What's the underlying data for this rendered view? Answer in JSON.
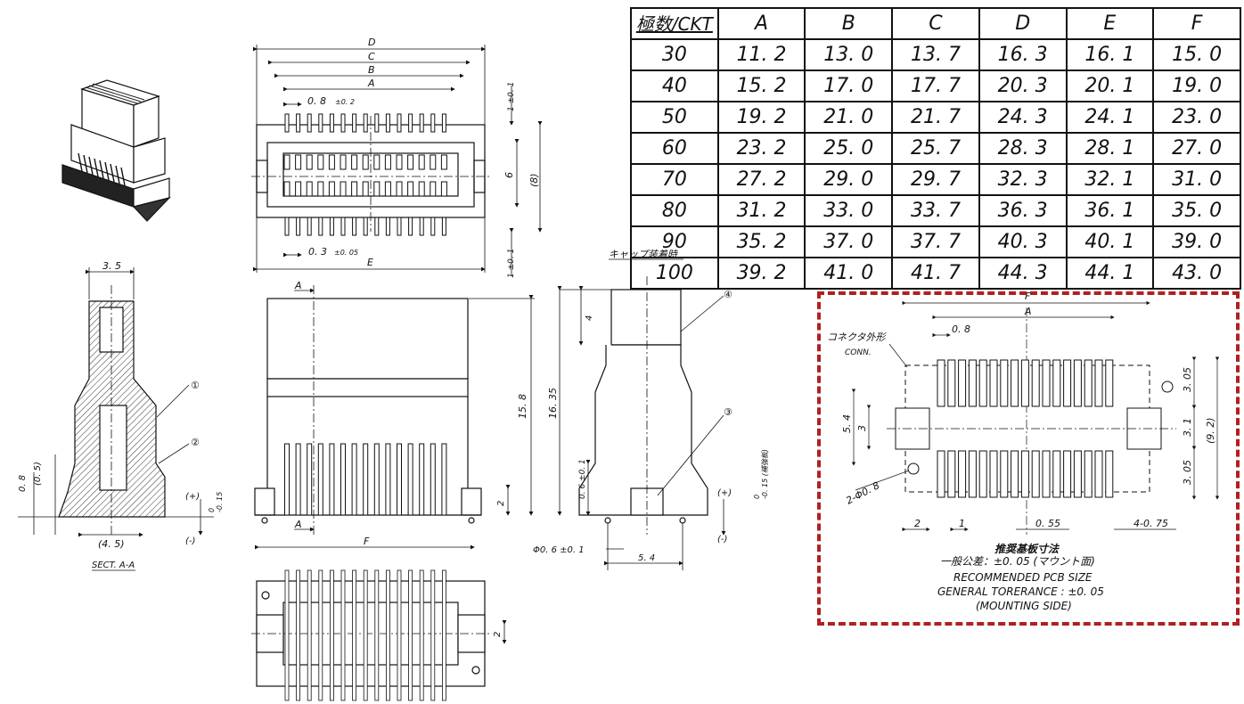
{
  "colors": {
    "line": "#111111",
    "hatch": "#333333",
    "accent_dash": "#b02020"
  },
  "table": {
    "headers": [
      "極数/CKT",
      "A",
      "B",
      "C",
      "D",
      "E",
      "F"
    ],
    "rows": [
      [
        "30",
        "11. 2",
        "13. 0",
        "13. 7",
        "16. 3",
        "16. 1",
        "15. 0"
      ],
      [
        "40",
        "15. 2",
        "17. 0",
        "17. 7",
        "20. 3",
        "20. 1",
        "19. 0"
      ],
      [
        "50",
        "19. 2",
        "21. 0",
        "21. 7",
        "24. 3",
        "24. 1",
        "23. 0"
      ],
      [
        "60",
        "23. 2",
        "25. 0",
        "25. 7",
        "28. 3",
        "28. 1",
        "27. 0"
      ],
      [
        "70",
        "27. 2",
        "29. 0",
        "29. 7",
        "32. 3",
        "32. 1",
        "31. 0"
      ],
      [
        "80",
        "31. 2",
        "33. 0",
        "33. 7",
        "36. 3",
        "36. 1",
        "35. 0"
      ],
      [
        "90",
        "35. 2",
        "37. 0",
        "37. 7",
        "40. 3",
        "40. 1",
        "39. 0"
      ],
      [
        "100",
        "39. 2",
        "41. 0",
        "41. 7",
        "44. 3",
        "44. 1",
        "43. 0"
      ]
    ]
  },
  "top_view": {
    "D": "D",
    "C": "C",
    "B": "B",
    "A": "A",
    "E": "E",
    "pitch": "0. 8",
    "pitch_tol": "±0. 2",
    "pin": "0. 3",
    "pin_tol": "±0. 05",
    "h6": "6",
    "h8": "(8)",
    "tail_top": "1 ±0. 1",
    "tail_bot": "1 ±0. 1"
  },
  "section": {
    "w35": "3. 5",
    "w45": "(4. 5)",
    "h08": "0. 8",
    "h05": "(0. 5)",
    "tol": "0\n-0. 15",
    "plus": "(+)",
    "minus": "(-)",
    "callout1": "①",
    "callout2": "②",
    "title": "SECT. A-A"
  },
  "front_view": {
    "A_top": "A",
    "A_bot": "A",
    "h158": "15. 8",
    "h2": "2",
    "F": "F"
  },
  "cap_view": {
    "title": "キャップ装着時",
    "h4": "4",
    "h1635": "16. 35",
    "h06": "0. 6 ±0. 1",
    "tol": "0\n-0. 15 (補強板)",
    "plus": "(+)",
    "minus": "(-)",
    "dia": "Φ0. 6 ±0. 1",
    "w54": "5. 4",
    "callout3": "③",
    "callout4": "④"
  },
  "bottom_view": {
    "h2": "2"
  },
  "pcb": {
    "F": "F",
    "A": "A",
    "pitch": "0. 8",
    "conn_jp": "コネクタ外形",
    "conn_en": "CONN.",
    "h54": "5. 4",
    "h3": "3",
    "h305a": "3. 05",
    "h31": "3. 1",
    "h92": "(9. 2)",
    "h305b": "3. 05",
    "holes": "2-Φ0. 8",
    "w2": "2",
    "w1": "1",
    "w055": "0. 55",
    "w075": "4-0. 75",
    "note_jp1": "推奨基板寸法",
    "note_jp2": "一般公差：±0. 05 (マウント面)",
    "note_en1": "RECOMMENDED PCB SIZE",
    "note_en2": "GENERAL TORERANCE : ±0. 05",
    "note_en3": "(MOUNTING SIDE)"
  }
}
